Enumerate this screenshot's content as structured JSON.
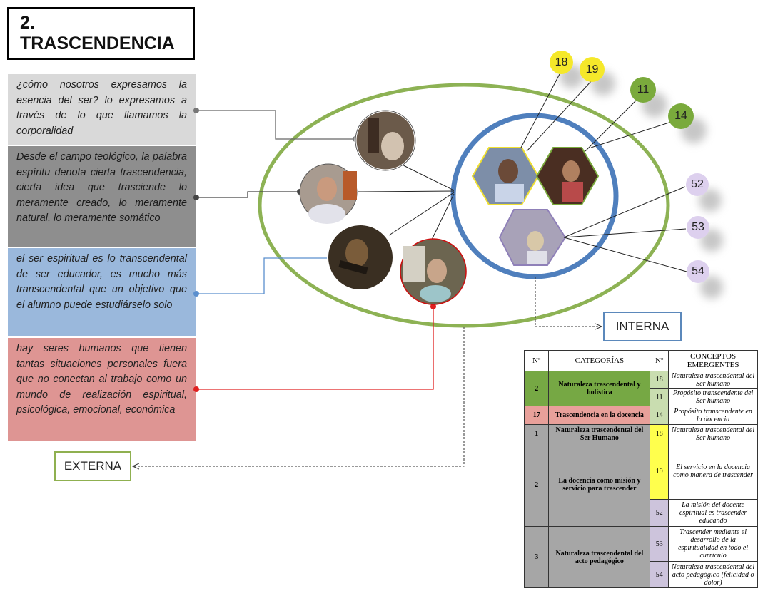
{
  "title": "2. TRASCENDENCIA",
  "quotes": [
    "¿cómo nosotros expresamos la esencia del ser? lo expresamos a través de lo que llamamos la corporalidad",
    "Desde el campo teológico, la palabra espíritu denota cierta trascendencia, cierta idea que trasciende lo meramente creado, lo meramente natural, lo meramente somático",
    "el ser espiritual es lo transcendental de ser educador, es mucho más transcendental que un objetivo que el alumno puede estudiárselo solo",
    "hay seres humanos que tienen tantas situaciones personales fuera que no conectan al trabajo como un mundo de realización espiritual, psicológica, emocional, económica"
  ],
  "labels": {
    "externa": "EXTERNA",
    "interna": "INTERNA"
  },
  "badges": [
    "18",
    "19",
    "11",
    "14",
    "52",
    "53",
    "54"
  ],
  "colors": {
    "outer_ellipse": "#8db254",
    "inner_circle": "#4f7fbd",
    "badge_yellow": "#f5e82a",
    "badge_green": "#7aaa3c",
    "badge_lilac": "#ddd0ee",
    "quote_1": "#d9d9d9",
    "quote_2": "#8e8e8e",
    "quote_3": "#9ab8dc",
    "quote_4": "#de9593"
  },
  "table": {
    "headers": [
      "Nº",
      "CATEGORÍAS",
      "Nº",
      "CONCEPTOS EMERGENTES"
    ],
    "rows": [
      {
        "num": "2",
        "category": "Naturaleza trascendental y holística",
        "concepts": [
          {
            "n": "18",
            "text": "Naturaleza trascendental del Ser humano"
          },
          {
            "n": "11",
            "text": "Propósito transcendente del Ser humano"
          }
        ]
      },
      {
        "num": "17",
        "category": "Trascendencia en la docencia",
        "concepts": [
          {
            "n": "14",
            "text": "Propósito transcendente en la docencia"
          }
        ]
      },
      {
        "num": "1",
        "category": "Naturaleza trascendental del Ser Humano",
        "concepts": [
          {
            "n": "18",
            "text": "Naturaleza trascendental del Ser humano"
          }
        ]
      },
      {
        "num": "2",
        "category": "La docencia como misión y servicio para trascender",
        "concepts": [
          {
            "n": "19",
            "text": "El servicio en la docencia como manera de trascender"
          },
          {
            "n": "52",
            "text": "La misión del docente espiritual es trascender educando"
          }
        ]
      },
      {
        "num": "3",
        "category": "Naturaleza trascendental del acto pedagógico",
        "concepts": [
          {
            "n": "53",
            "text": "Trascender mediante el desarrollo de la espiritualidad en todo el currículo"
          },
          {
            "n": "54",
            "text": "Naturaleza trascendental del acto pedagógico (felicidad o dolor)"
          }
        ]
      }
    ]
  }
}
